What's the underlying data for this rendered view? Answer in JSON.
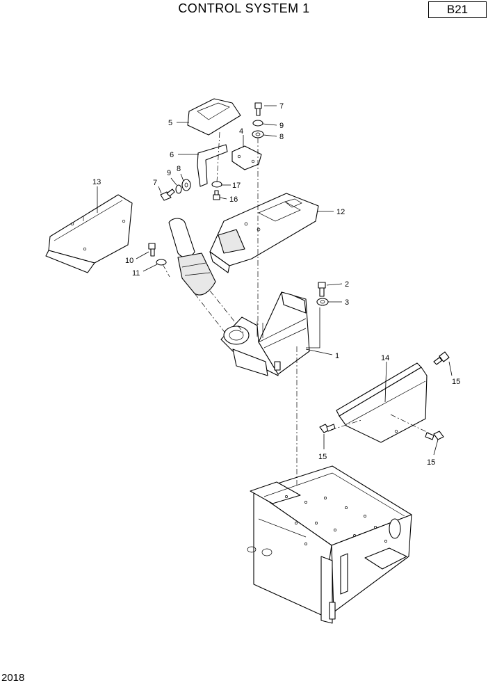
{
  "header": {
    "title": "CONTROL SYSTEM 1",
    "code": "B21"
  },
  "footer": {
    "page_number": "2018"
  },
  "callouts": {
    "c1": "1",
    "c2": "2",
    "c3": "3",
    "c4": "4",
    "c5": "5",
    "c6": "6",
    "c7a": "7",
    "c7b": "7",
    "c8a": "8",
    "c8b": "8",
    "c9a": "9",
    "c9b": "9",
    "c10": "10",
    "c11": "11",
    "c12": "12",
    "c13": "13",
    "c14": "14",
    "c15a": "15",
    "c15b": "15",
    "c15c": "15",
    "c16": "16",
    "c17": "17"
  }
}
